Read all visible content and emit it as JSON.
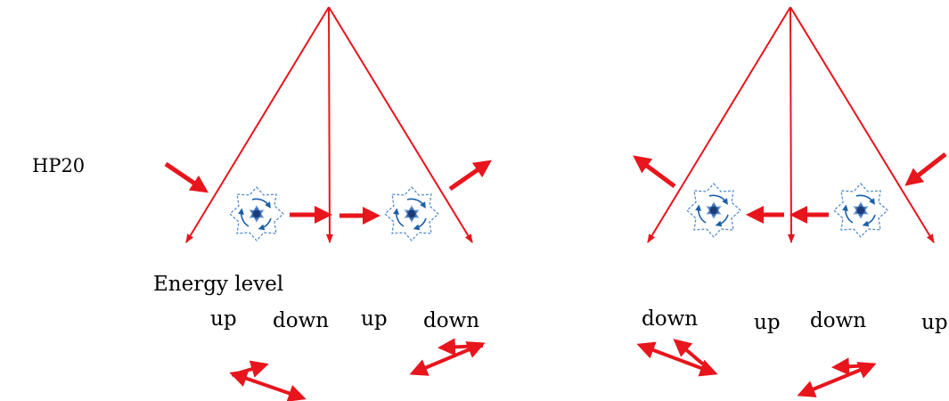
{
  "labels": {
    "hp": "HP20",
    "energy": "Energy level"
  },
  "words": [
    "up",
    "down",
    "up",
    "down",
    "down",
    "up",
    "down",
    "up"
  ],
  "colors": {
    "arrow": "#e8151c",
    "vortex_dash": "#4a86c8",
    "vortex_arrow": "#1a5fa8",
    "core_dark": "#1a3a7a",
    "core_light": "#9ec3ea"
  },
  "icons": [
    "vortex-icon"
  ]
}
